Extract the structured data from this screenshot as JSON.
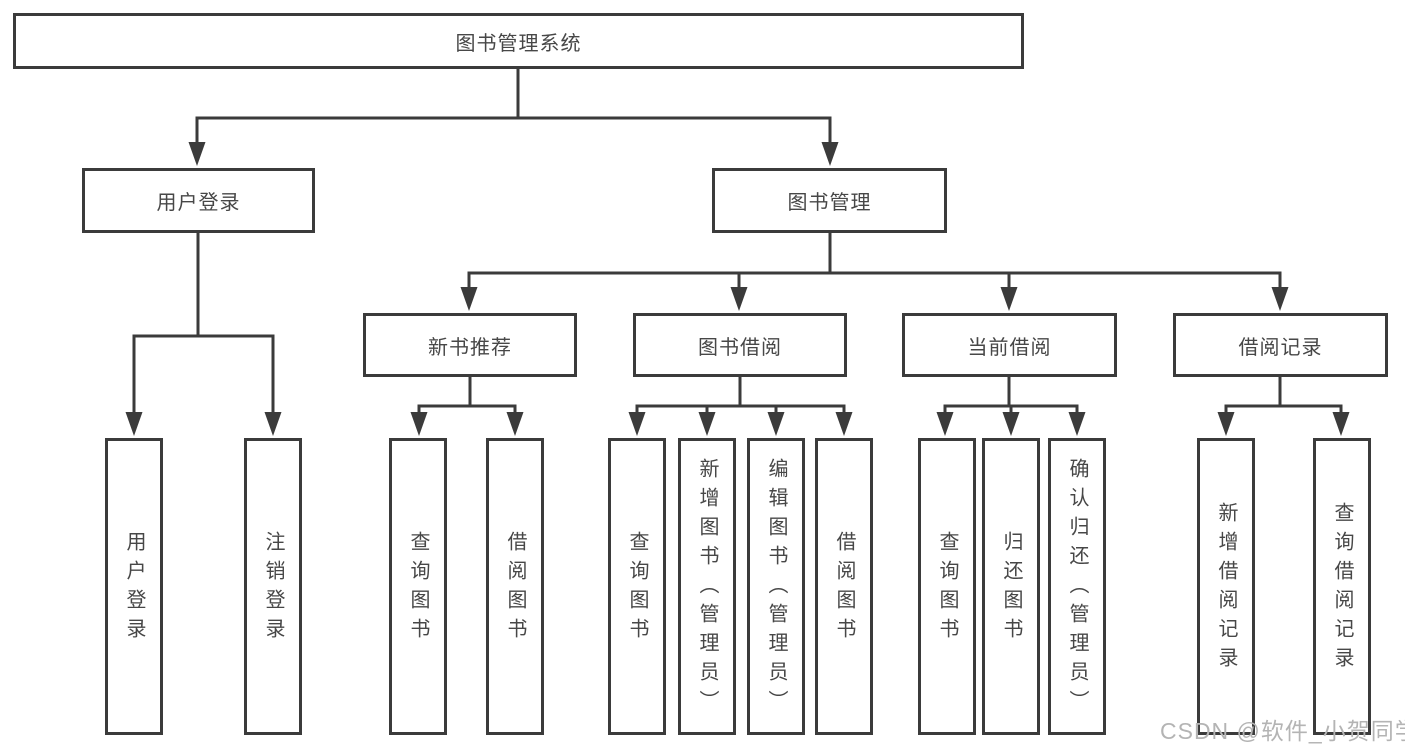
{
  "nodes": {
    "root": "图书管理系统",
    "user_login": "用户登录",
    "book_management": "图书管理",
    "new_book_recommend": "新书推荐",
    "book_borrowing": "图书借阅",
    "current_borrowing": "当前借阅",
    "borrow_records": "借阅记录",
    "user_login_children": [
      "用户登录",
      "注销登录"
    ],
    "new_book_children": [
      "查询图书",
      "借阅图书"
    ],
    "book_borrowing_children": [
      "查询图书",
      "新增图书（管理员）",
      "编辑图书（管理员）",
      "借阅图书"
    ],
    "current_borrowing_children": [
      "查询图书",
      "归还图书",
      "确认归还（管理员）"
    ],
    "borrow_records_children": [
      "新增借阅记录",
      "查询借阅记录"
    ]
  },
  "watermark": "CSDN @软件_小贺同学",
  "colors": {
    "line": "#3b3b3b",
    "text": "#474747",
    "watermark": "#b4b4b4",
    "background": "#ffffff"
  }
}
